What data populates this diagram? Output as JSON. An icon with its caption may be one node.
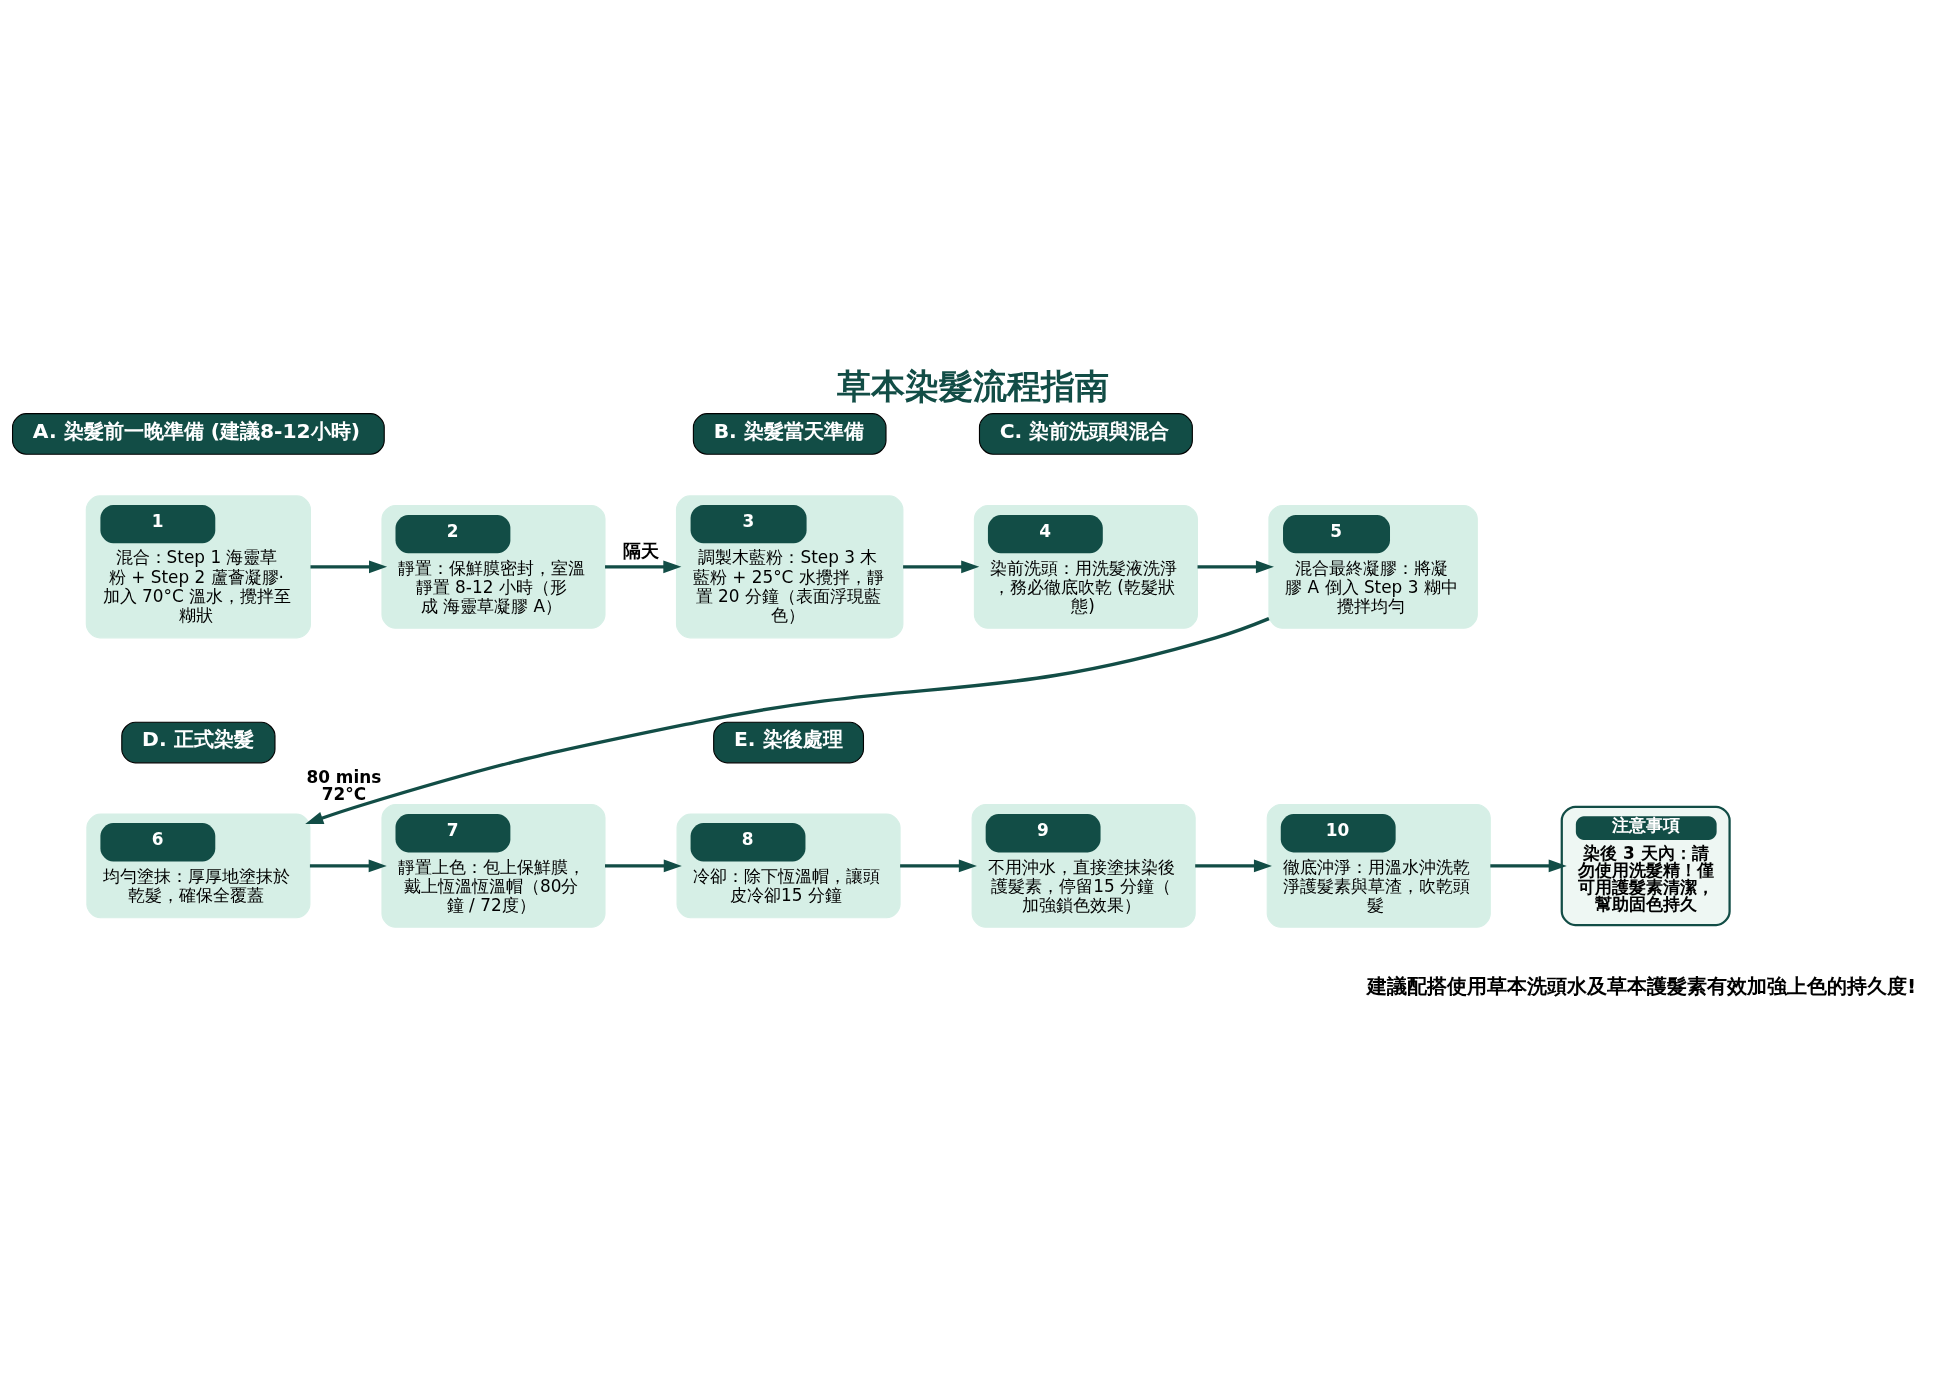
{
  "diagram": {
    "title": "草本染髮流程指南",
    "nodes": [
      {
        "text": [
          "A. 染髮前一晚準備 (建議8-12小時)"
        ]
      },
      {
        "text": [
          "1",
          "混合：Step 1 海靈草粉 + Step 2 蘆薈凝膠‧加入 70°C 溫水，攪拌至糊狀"
        ]
      },
      {
        "text": [
          "2",
          "靜置：保鮮膜密封，室溫靜置 8-12 小時（形成 海靈草凝膠 A）"
        ]
      },
      {
        "text": [
          "B. 染髮當天準備"
        ]
      },
      {
        "text": [
          "3",
          "調製木藍粉：Step 3 木藍粉 + 25°C 水攪拌，靜置 20 分鐘（表面浮現藍色）"
        ]
      },
      {
        "text": [
          "C. 染前洗頭與混合"
        ]
      },
      {
        "text": [
          "4",
          "染前洗頭：用洗髮液洗淨，務必徹底吹乾 (乾髮狀態)"
        ]
      },
      {
        "text": [
          "5",
          "混合最終凝膠：將凝膠 A 倒入 Step 3 糊中攪拌均勻"
        ]
      },
      {
        "text": [
          "D. 正式染髮"
        ]
      },
      {
        "text": [
          "6",
          "均勻塗抹：厚厚地塗抹於乾髮，確保全覆蓋"
        ]
      },
      {
        "text": [
          "7",
          "靜置上色：包上保鮮膜，戴上恆溫恆溫帽（80分鐘 / 72度）"
        ],
        "beside": [
          "80 mins",
          "72°C"
        ]
      },
      {
        "text": [
          "E. 染後處理"
        ]
      },
      {
        "text": [
          "8",
          "冷卻：除下恆溫帽，讓頭皮冷卻15 分鐘"
        ]
      },
      {
        "text": [
          "9",
          "不用沖水，直接塗抹染後護髮素，停留15 分鐘（加強鎖色效果）"
        ]
      },
      {
        "text": [
          "10",
          "徹底沖淨：用溫水沖洗乾淨護髮素與草渣，吹乾頭髮"
        ]
      },
      {
        "text": [
          "注意事項",
          "染後 3 天內：請勿使用洗髮精！僅可用護髮素清潔，幫助固色持久"
        ]
      }
    ],
    "edges": [
      {
        "from": 1,
        "to": 2,
        "arrow": "to"
      },
      {
        "from": 2,
        "to": 4,
        "arrow": "to",
        "label": "隔天"
      },
      {
        "from": 4,
        "to": 6,
        "arrow": "to"
      },
      {
        "from": 6,
        "to": 7,
        "arrow": "to"
      },
      {
        "from": 7,
        "to": 9,
        "arrow": "to"
      },
      {
        "from": 9,
        "to": 10,
        "arrow": "to"
      },
      {
        "from": 10,
        "to": 12,
        "arrow": "to"
      },
      {
        "from": 12,
        "to": 13,
        "arrow": "to"
      },
      {
        "from": 13,
        "to": 14,
        "arrow": "to"
      },
      {
        "from": 14,
        "to": 15,
        "arrow": "to"
      }
    ],
    "labels": [
      "建議配搭使用草本洗頭水及草本護髮素有效加強上色的持久度!"
    ]
  }
}
